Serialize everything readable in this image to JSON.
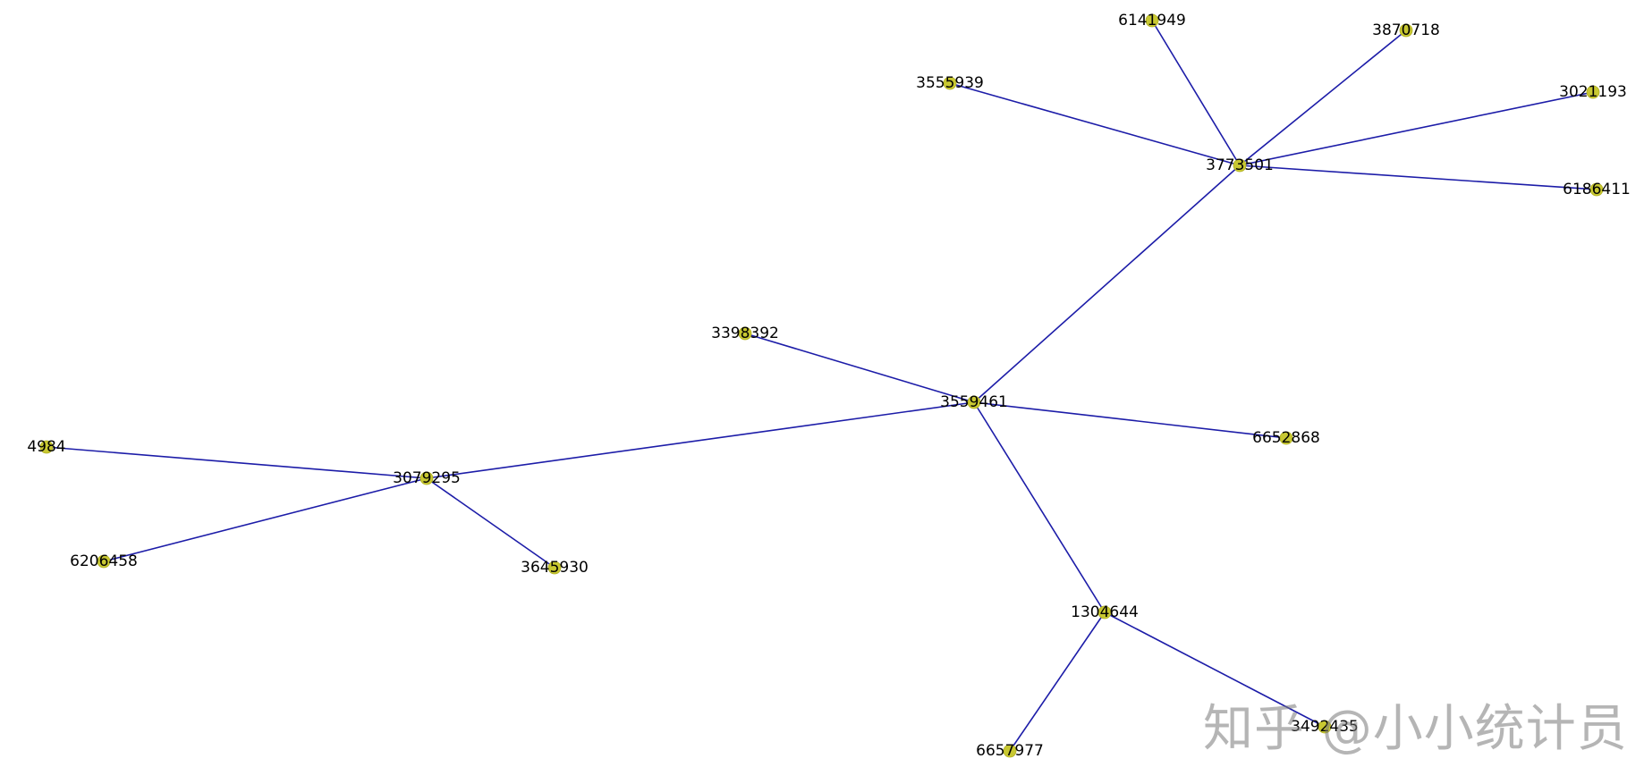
{
  "graph": {
    "edge_color": "#1c1ca8",
    "node_color": "#c8c832",
    "nodes": [
      "3559461",
      "3773501",
      "3079295",
      "1304644",
      "3398392",
      "6652868",
      "6141949",
      "3870718",
      "3555939",
      "3021193",
      "6186411",
      "4984",
      "6206458",
      "3645930",
      "6657977",
      "3492435"
    ],
    "edges": [
      [
        "3559461",
        "3773501"
      ],
      [
        "3559461",
        "3079295"
      ],
      [
        "3559461",
        "1304644"
      ],
      [
        "3559461",
        "3398392"
      ],
      [
        "3559461",
        "6652868"
      ],
      [
        "3773501",
        "6141949"
      ],
      [
        "3773501",
        "3870718"
      ],
      [
        "3773501",
        "3555939"
      ],
      [
        "3773501",
        "3021193"
      ],
      [
        "3773501",
        "6186411"
      ],
      [
        "3079295",
        "4984"
      ],
      [
        "3079295",
        "6206458"
      ],
      [
        "3079295",
        "3645930"
      ],
      [
        "1304644",
        "6657977"
      ],
      [
        "1304644",
        "3492435"
      ]
    ]
  },
  "watermark": {
    "text": "知乎 @小小统计员"
  }
}
